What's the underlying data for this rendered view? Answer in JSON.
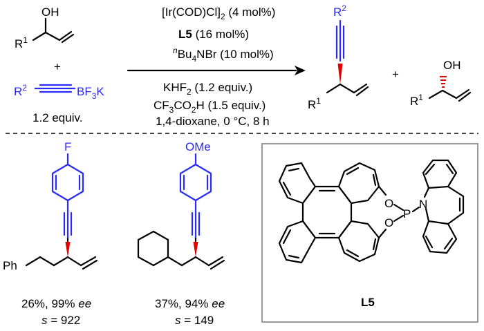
{
  "reaction": {
    "reagent_left": {
      "oh": "OH",
      "r1": "R",
      "r1_sup": "1",
      "plus": "+",
      "r2": "R",
      "r2_sup": "2",
      "bf3k_a": "BF",
      "bf3k_sub": "3",
      "bf3k_b": "K",
      "equiv": "1.2 equiv."
    },
    "conditions_above": {
      "catalyst_a": "[Ir(COD)Cl]",
      "catalyst_sub": "2",
      "catalyst_b": " (4 mol%)",
      "ligand": "L5",
      "ligand_amount": " (16 mol%)",
      "salt_sup": "n",
      "salt_a": "Bu",
      "salt_sub": "4",
      "salt_b": "NBr (10 mol%)"
    },
    "conditions_below": {
      "khf_a": "KHF",
      "khf_sub": "2",
      "khf_b": " (1.2 equiv.)",
      "tfa_a": "CF",
      "tfa_sub": "3",
      "tfa_b": "CO",
      "tfa_sub2": "2",
      "tfa_c": "H (1.5 equiv.)",
      "solvent": "1,4-dioxane, 0 °C, 8 h"
    },
    "products": {
      "r2": "R",
      "r2_sup": "2",
      "r1": "R",
      "r1_sup": "1",
      "plus": "+",
      "oh": "OH",
      "r1b": "R",
      "r1b_sup": "1"
    }
  },
  "examples": [
    {
      "substituent": "F",
      "alkyl": "Ph",
      "yield_ee_a": "26%, 99% ",
      "yield_ee_b": "ee",
      "s_label": "s",
      "s_value": " = 922"
    },
    {
      "substituent": "OMe",
      "yield_ee_a": "37%, 94% ",
      "yield_ee_b": "ee",
      "s_label": "s",
      "s_value": " = 149"
    }
  ],
  "ligand_box": {
    "o_top": "O",
    "o_bottom": "O",
    "p": "P",
    "n": "N",
    "label": "L5"
  },
  "colors": {
    "blue": "#2a2aff",
    "black": "#000000",
    "red": "#e00000",
    "box_border": "#9a9a9a"
  }
}
